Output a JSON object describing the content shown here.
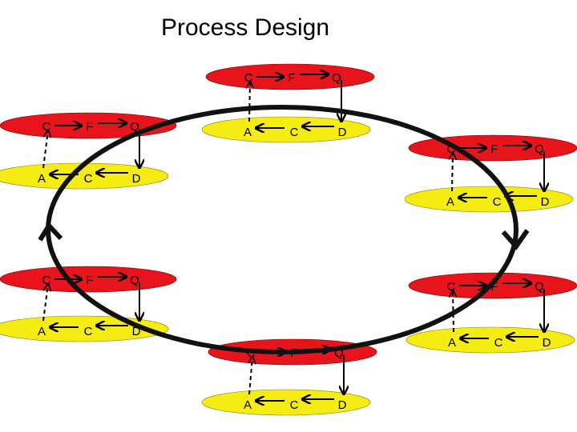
{
  "title": "Process Design",
  "colors": {
    "top_ellipse": "#e8141c",
    "bottom_ellipse": "#f5ec13",
    "cycle": "#111111",
    "arrow": "#000000"
  },
  "cycle_direction": "clockwise",
  "units": [
    {
      "id": "top",
      "top_labels": [
        "C",
        "F",
        "Q"
      ],
      "bottom_labels": [
        "A",
        "C",
        "D"
      ]
    },
    {
      "id": "upper-left",
      "top_labels": [
        "C",
        "F",
        "Q"
      ],
      "bottom_labels": [
        "A",
        "C",
        "D"
      ]
    },
    {
      "id": "upper-right",
      "top_labels": [
        "C",
        "F",
        "Q"
      ],
      "bottom_labels": [
        "A",
        "C",
        "D"
      ]
    },
    {
      "id": "lower-left",
      "top_labels": [
        "C",
        "F",
        "Q"
      ],
      "bottom_labels": [
        "A",
        "C",
        "D"
      ]
    },
    {
      "id": "lower-right",
      "top_labels": [
        "C",
        "F",
        "Q"
      ],
      "bottom_labels": [
        "A",
        "C",
        "D"
      ]
    },
    {
      "id": "bottom",
      "top_labels": [
        "C",
        "F",
        "Q"
      ],
      "bottom_labels": [
        "A",
        "C",
        "D"
      ]
    }
  ]
}
